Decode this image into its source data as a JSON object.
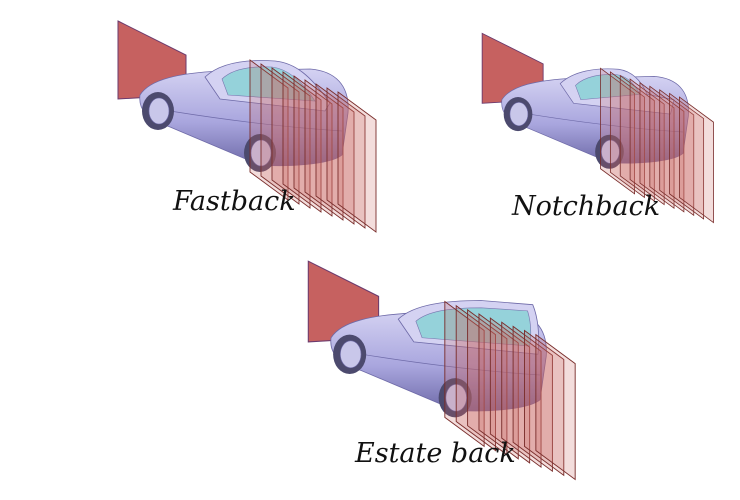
{
  "colors": {
    "car_body": "#a9a6de",
    "car_body_dark": "#6e6aa8",
    "car_body_light": "#d4d2f2",
    "glass": "#8fd2d8",
    "tyre": "#4c4a6e",
    "rim": "#c9c7ea",
    "inlet_plane": "#c66160",
    "inlet_edge": "#6a3a6e",
    "wake_plane_fill": "#c8625e",
    "wake_plane_stroke": "#7a2e2c"
  },
  "figures": [
    {
      "id": "fastback",
      "caption": "Fastback",
      "plane_count": 9
    },
    {
      "id": "notchback",
      "caption": "Notchback",
      "plane_count": 9
    },
    {
      "id": "estate",
      "caption": "Estate back",
      "plane_count": 9
    }
  ]
}
